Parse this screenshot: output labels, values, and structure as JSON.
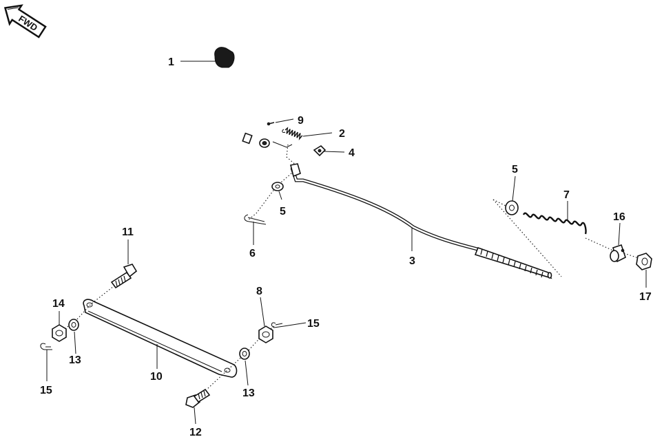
{
  "fwd_label": "FWD",
  "callouts": [
    {
      "id": "1",
      "text": "1"
    },
    {
      "id": "2",
      "text": "2"
    },
    {
      "id": "3",
      "text": "3"
    },
    {
      "id": "4",
      "text": "4"
    },
    {
      "id": "5a",
      "text": "5"
    },
    {
      "id": "5b",
      "text": "5"
    },
    {
      "id": "6",
      "text": "6"
    },
    {
      "id": "7",
      "text": "7"
    },
    {
      "id": "8",
      "text": "8"
    },
    {
      "id": "9",
      "text": "9"
    },
    {
      "id": "10",
      "text": "10"
    },
    {
      "id": "11",
      "text": "11"
    },
    {
      "id": "12",
      "text": "12"
    },
    {
      "id": "13a",
      "text": "13"
    },
    {
      "id": "13b",
      "text": "13"
    },
    {
      "id": "14",
      "text": "14"
    },
    {
      "id": "15a",
      "text": "15"
    },
    {
      "id": "15b",
      "text": "15"
    },
    {
      "id": "16",
      "text": "16"
    },
    {
      "id": "17",
      "text": "17"
    }
  ]
}
